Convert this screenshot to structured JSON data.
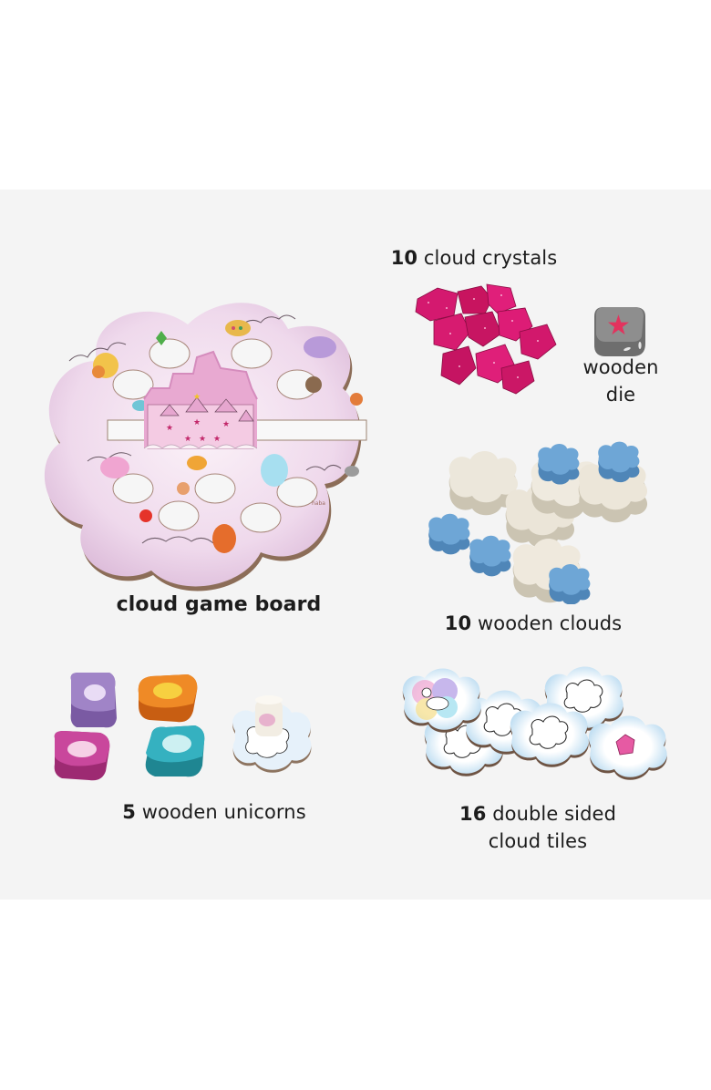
{
  "page": {
    "background": "#ffffff",
    "panel_color": "#f4f4f4"
  },
  "components": [
    {
      "id": "board",
      "count": "",
      "text": "cloud game board",
      "bold_all": true
    },
    {
      "id": "crystals",
      "count": "10",
      "text": " cloud crystals"
    },
    {
      "id": "die",
      "count": "",
      "text_line1": "wooden",
      "text_line2": "die"
    },
    {
      "id": "clouds",
      "count": "10",
      "text": " wooden clouds"
    },
    {
      "id": "unicorns",
      "count": "5",
      "text": " wooden unicorns"
    },
    {
      "id": "tiles",
      "count": "16",
      "text_line1": " double sided",
      "text_line2": "cloud tiles"
    }
  ],
  "colors": {
    "board_pink": "#e8cfe6",
    "board_edge": "#8a6a55",
    "castle_pink": "#e7a6cf",
    "crystal": "#d81b73",
    "die_gray": "#7c7c7c",
    "die_star": "#e0335f",
    "wood_natural": "#e9e3d5",
    "wood_blue": "#6aa3d1",
    "unicorn_purple": "#9a7bc1",
    "unicorn_orange": "#e97e1f",
    "unicorn_magenta": "#c13e91",
    "unicorn_teal": "#2ea7b6",
    "tile_blue": "#cde4f3"
  }
}
